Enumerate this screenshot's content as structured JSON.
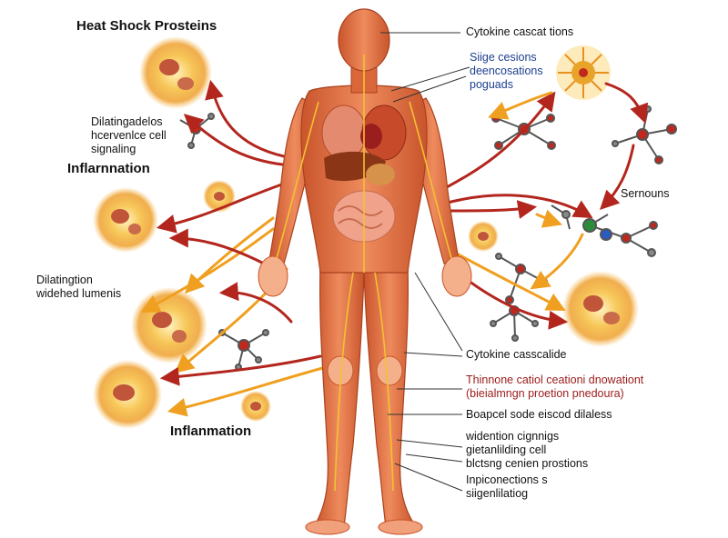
{
  "labels": {
    "heat_shock": "Heat Shock Prosteins",
    "dilating_signaling": "Dilatingadelos\nhcervenlce cell\nsignaling",
    "inflammation_top": "Inflarnnation",
    "dilatingtion": "Dilatingtion\nwidehed lumenis",
    "inflammation_bottom": "Inflanmation",
    "cytokine_top": "Cytokine cascat tions",
    "siige": "Siige cesions\ndeencosations\npoguads",
    "sernouns": "Sernouns",
    "cytokine_casscalide": "Cytokine casscalide",
    "thinnone": "Thinnone catiol ceationi dnowationt\n(bieialmngn proetion pnedoura)",
    "boapcel": "Boapcel sode eiscod dilaless",
    "widention": "widention cignnigs\ngietanlilding cell\nblctsng cenien prostions",
    "inpiconections": "Inpiconections s\nsiigenlilatiog"
  },
  "colors": {
    "body_muscle": "#d9673a",
    "arrow_red": "#b3261e",
    "arrow_orange": "#f0a020",
    "cell_glow": "#f7c85a",
    "label_blue": "#1c3f8f",
    "label_red": "#9b1b1b"
  }
}
